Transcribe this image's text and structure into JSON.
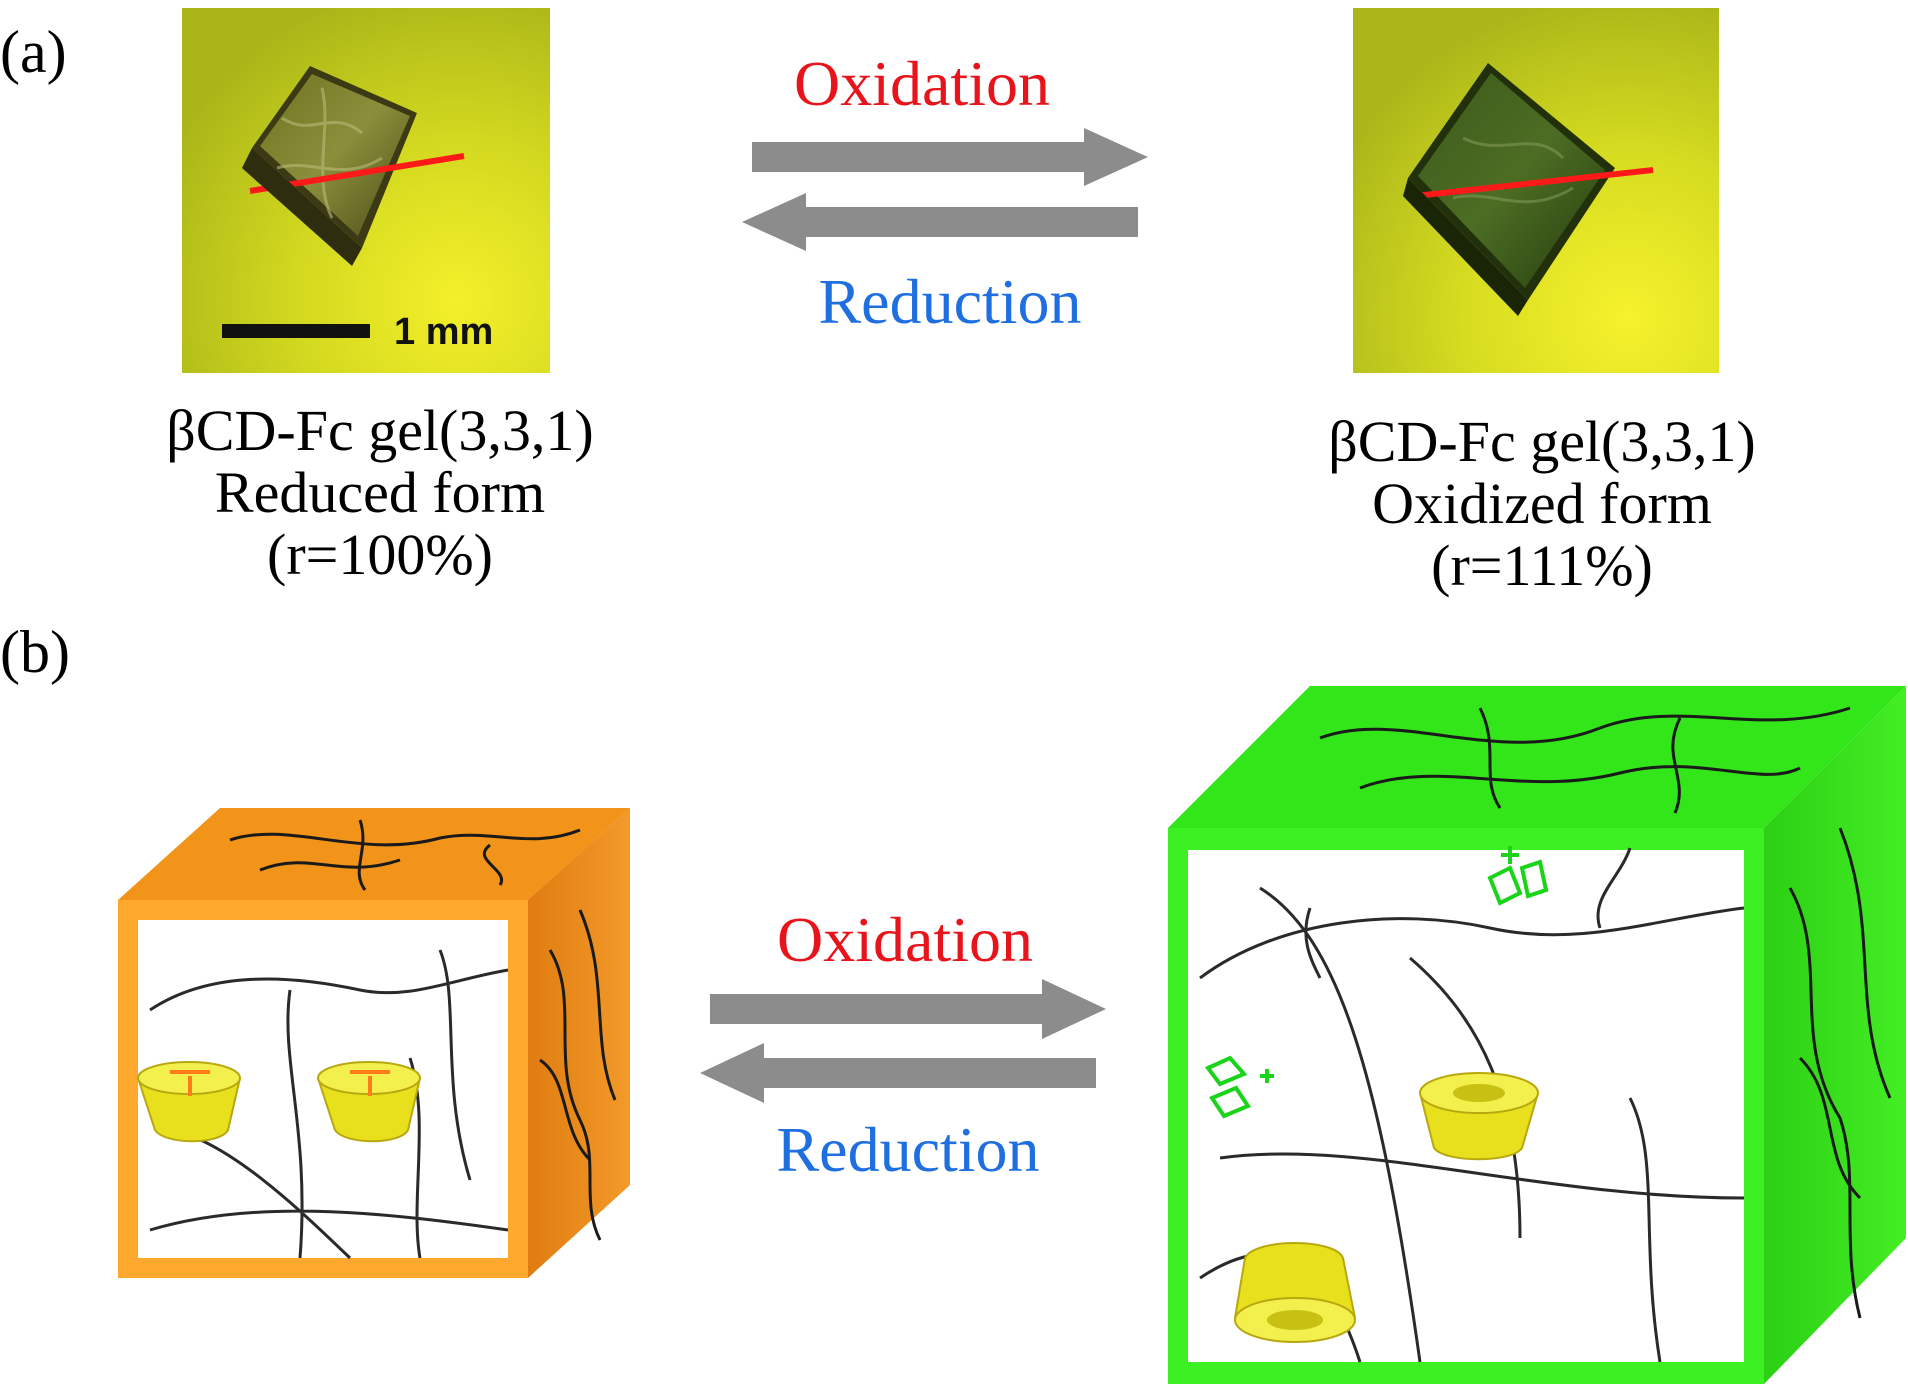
{
  "panel_a": {
    "label": "(a)",
    "left_photo": {
      "scale_bar_label": "1 mm"
    },
    "left_caption": [
      "βCD-Fc gel(3,3,1)",
      "Reduced form",
      "(r=100%)"
    ],
    "right_caption": [
      "βCD-Fc gel(3,3,1)",
      "Oxidized form",
      "(r=111%)"
    ],
    "forward_label": "Oxidation",
    "reverse_label": "Reduction"
  },
  "panel_b": {
    "label": "(b)",
    "forward_label": "Oxidation",
    "reverse_label": "Reduction"
  },
  "colors": {
    "oxidation": "#e8141b",
    "reduction": "#1f6fe0",
    "arrow": "#8c8c8c",
    "reduced_cube": "#f2931a",
    "oxidized_cube": "#33e61a",
    "photo_background": "#c8d21e"
  }
}
